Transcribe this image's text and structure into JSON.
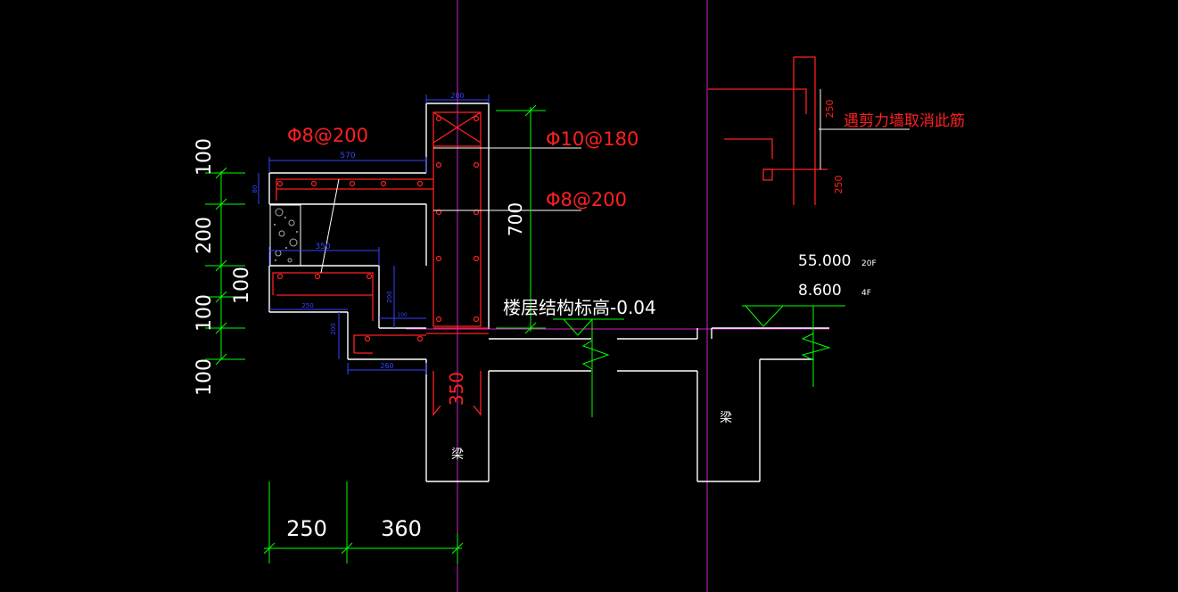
{
  "colors": {
    "background": "#000000",
    "outline": "#ffffff",
    "rebar": "#ff2020",
    "dimension": "#00ff00",
    "dimension_blue": "#3344ff",
    "axis": "#cc22cc",
    "hatch": "#aaaaaa"
  },
  "left_dims": {
    "d1": "100",
    "d2": "200",
    "d3": "100",
    "d4": "100",
    "d5": "100"
  },
  "bottom_dims": {
    "d1": "250",
    "d2": "360"
  },
  "rebar_labels": {
    "l1": "Φ8@200",
    "l2": "Φ10@180",
    "l3": "Φ8@200"
  },
  "column": {
    "width_dim": "200",
    "height_dim": "700",
    "beam_depth": "350"
  },
  "small_dims": {
    "top_width": "570",
    "left_small": "80",
    "mid_width": "350",
    "vertical_small": "200",
    "bottom_left": "250",
    "small_bottom": "100",
    "bottom_width": "260",
    "vertical_lower": "200"
  },
  "floor_level": "楼层结构标高-0.04",
  "elevations": [
    {
      "value": "55.000",
      "floor": "20F"
    },
    {
      "value": "8.600",
      "floor": "4F"
    }
  ],
  "beam_label_left": "梁",
  "beam_label_right": "梁",
  "note": {
    "text": "遇剪力墙取消此筋",
    "dim_top": "250",
    "dim_bottom": "250"
  }
}
